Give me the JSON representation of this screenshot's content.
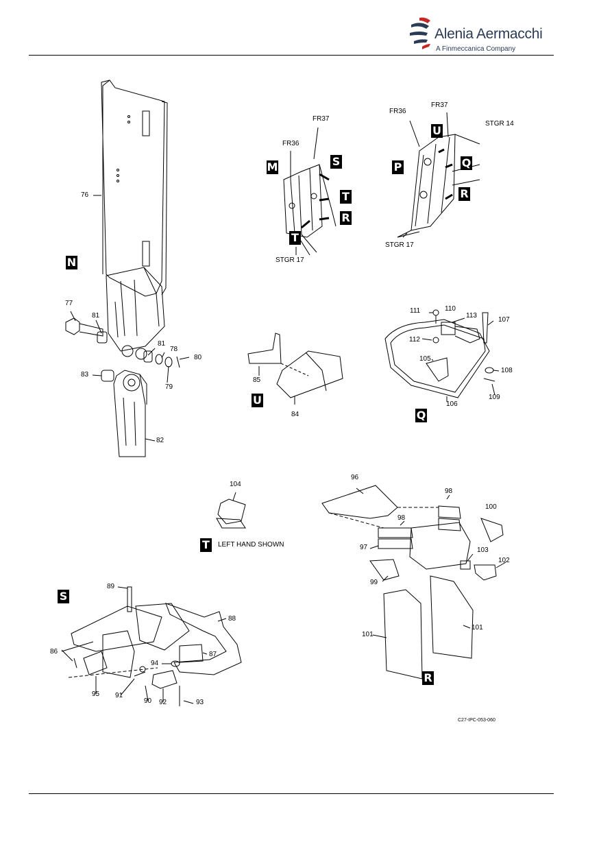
{
  "header": {
    "brand": "Alenia Aermacchi",
    "subbrand": "A Finmeccanica Company"
  },
  "figure_code": "C27-IPC-053-060",
  "note_t": "LEFT HAND SHOWN",
  "view_keys": {
    "N": "N",
    "M": "M",
    "S1": "S",
    "T1": "T",
    "R1": "R",
    "T2": "T",
    "U1": "U",
    "P": "P",
    "Q1": "Q",
    "R2": "R",
    "U2": "U",
    "Q2": "Q",
    "T3": "T",
    "S2": "S",
    "R3": "R"
  },
  "locator_labels": {
    "fr37_a": "FR37",
    "fr36_a": "FR36",
    "stgr17_a": "STGR 17",
    "fr36_b": "FR36",
    "fr37_b": "FR37",
    "stgr14_b": "STGR 14",
    "stgr17_b": "STGR 17"
  },
  "callouts": {
    "c76": "76",
    "c77": "77",
    "c81a": "81",
    "c81b": "81",
    "c78": "78",
    "c80": "80",
    "c83": "83",
    "c79": "79",
    "c82": "82",
    "c85": "85",
    "c84": "84",
    "c111": "111",
    "c110": "110",
    "c113": "113",
    "c107": "107",
    "c112": "112",
    "c105": "105",
    "c108": "108",
    "c109": "109",
    "c106": "106",
    "c104": "104",
    "c96": "96",
    "c98a": "98",
    "c98b": "98",
    "c100": "100",
    "c97": "97",
    "c103": "103",
    "c102": "102",
    "c99": "99",
    "c101a": "101",
    "c101b": "101",
    "c89": "89",
    "c88": "88",
    "c86": "86",
    "c87": "87",
    "c94": "94",
    "c95": "95",
    "c91": "91",
    "c90": "90",
    "c92": "92",
    "c93": "93"
  }
}
